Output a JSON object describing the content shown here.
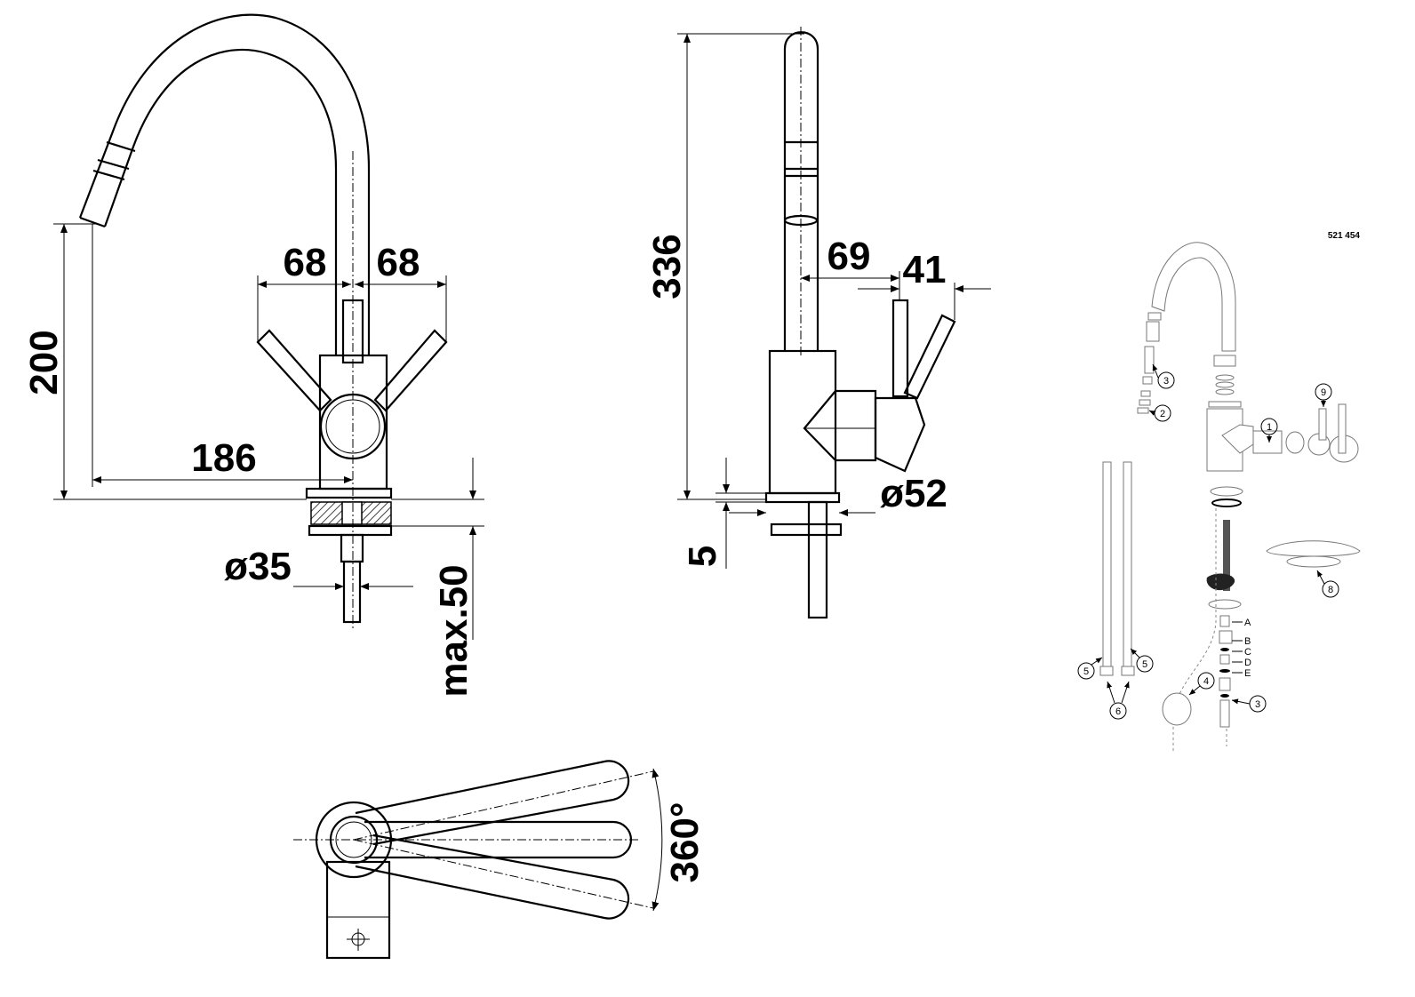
{
  "front_view": {
    "dim_height_spout": "200",
    "dim_reach": "186",
    "dim_lever_left": "68",
    "dim_lever_right": "68",
    "dim_shank_diameter": "ø35",
    "dim_max_thickness": "max.50"
  },
  "side_view": {
    "dim_total_height": "336",
    "dim_body_to_handle": "69",
    "dim_handle": "41",
    "dim_base_diameter": "ø52",
    "dim_base_height": "5"
  },
  "top_view": {
    "dim_rotation": "360°"
  },
  "exploded_view": {
    "article_number": "521 454",
    "callouts": [
      "1",
      "2",
      "3",
      "4",
      "5",
      "6",
      "8",
      "9"
    ],
    "letters": [
      "A",
      "B",
      "C",
      "D",
      "E"
    ]
  }
}
